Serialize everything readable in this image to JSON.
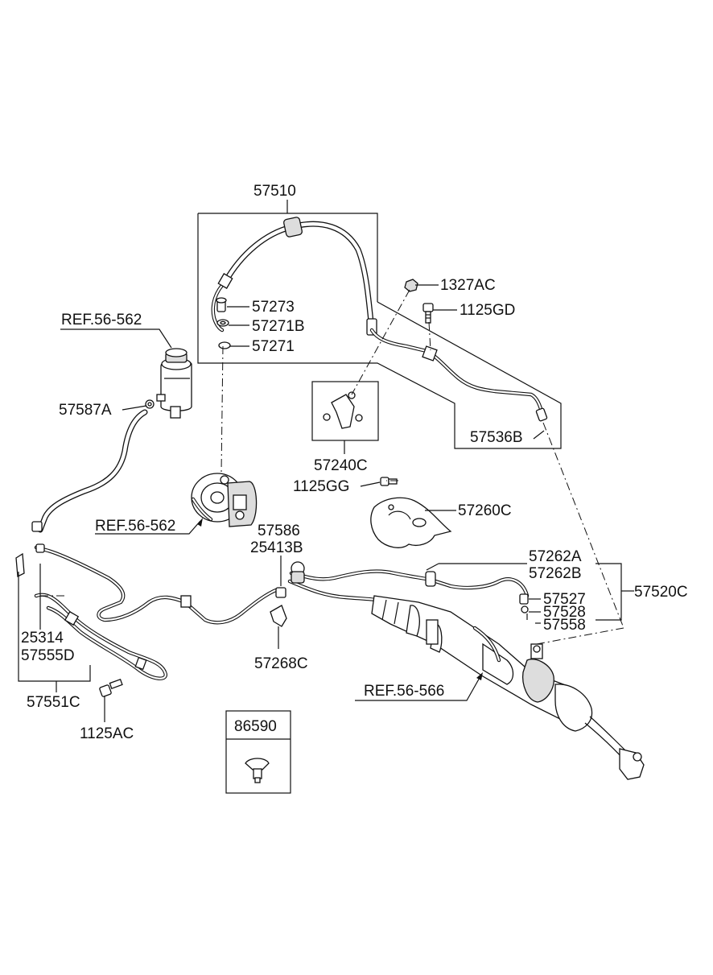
{
  "labels": {
    "p57510": "57510",
    "p1327AC": "1327AC",
    "p1125GD": "1125GD",
    "p57273": "57273",
    "p57271B": "57271B",
    "p57271": "57271",
    "ref56562_top": "REF.56-562",
    "p57587A": "57587A",
    "p57536B": "57536B",
    "p57240C": "57240C",
    "p1125GG": "1125GG",
    "p57260C": "57260C",
    "ref56562_pump": "REF.56-562",
    "p57586": "57586",
    "p25413B": "25413B",
    "p57262A": "57262A",
    "p57262B": "57262B",
    "p57520C": "57520C",
    "p57527": "57527",
    "p57528": "57528",
    "p57558": "57558",
    "p25314": "25314",
    "p57555D": "57555D",
    "p57268C": "57268C",
    "ref56566": "REF.56-566",
    "p57551C": "57551C",
    "p1125AC": "1125AC",
    "p86590": "86590"
  }
}
